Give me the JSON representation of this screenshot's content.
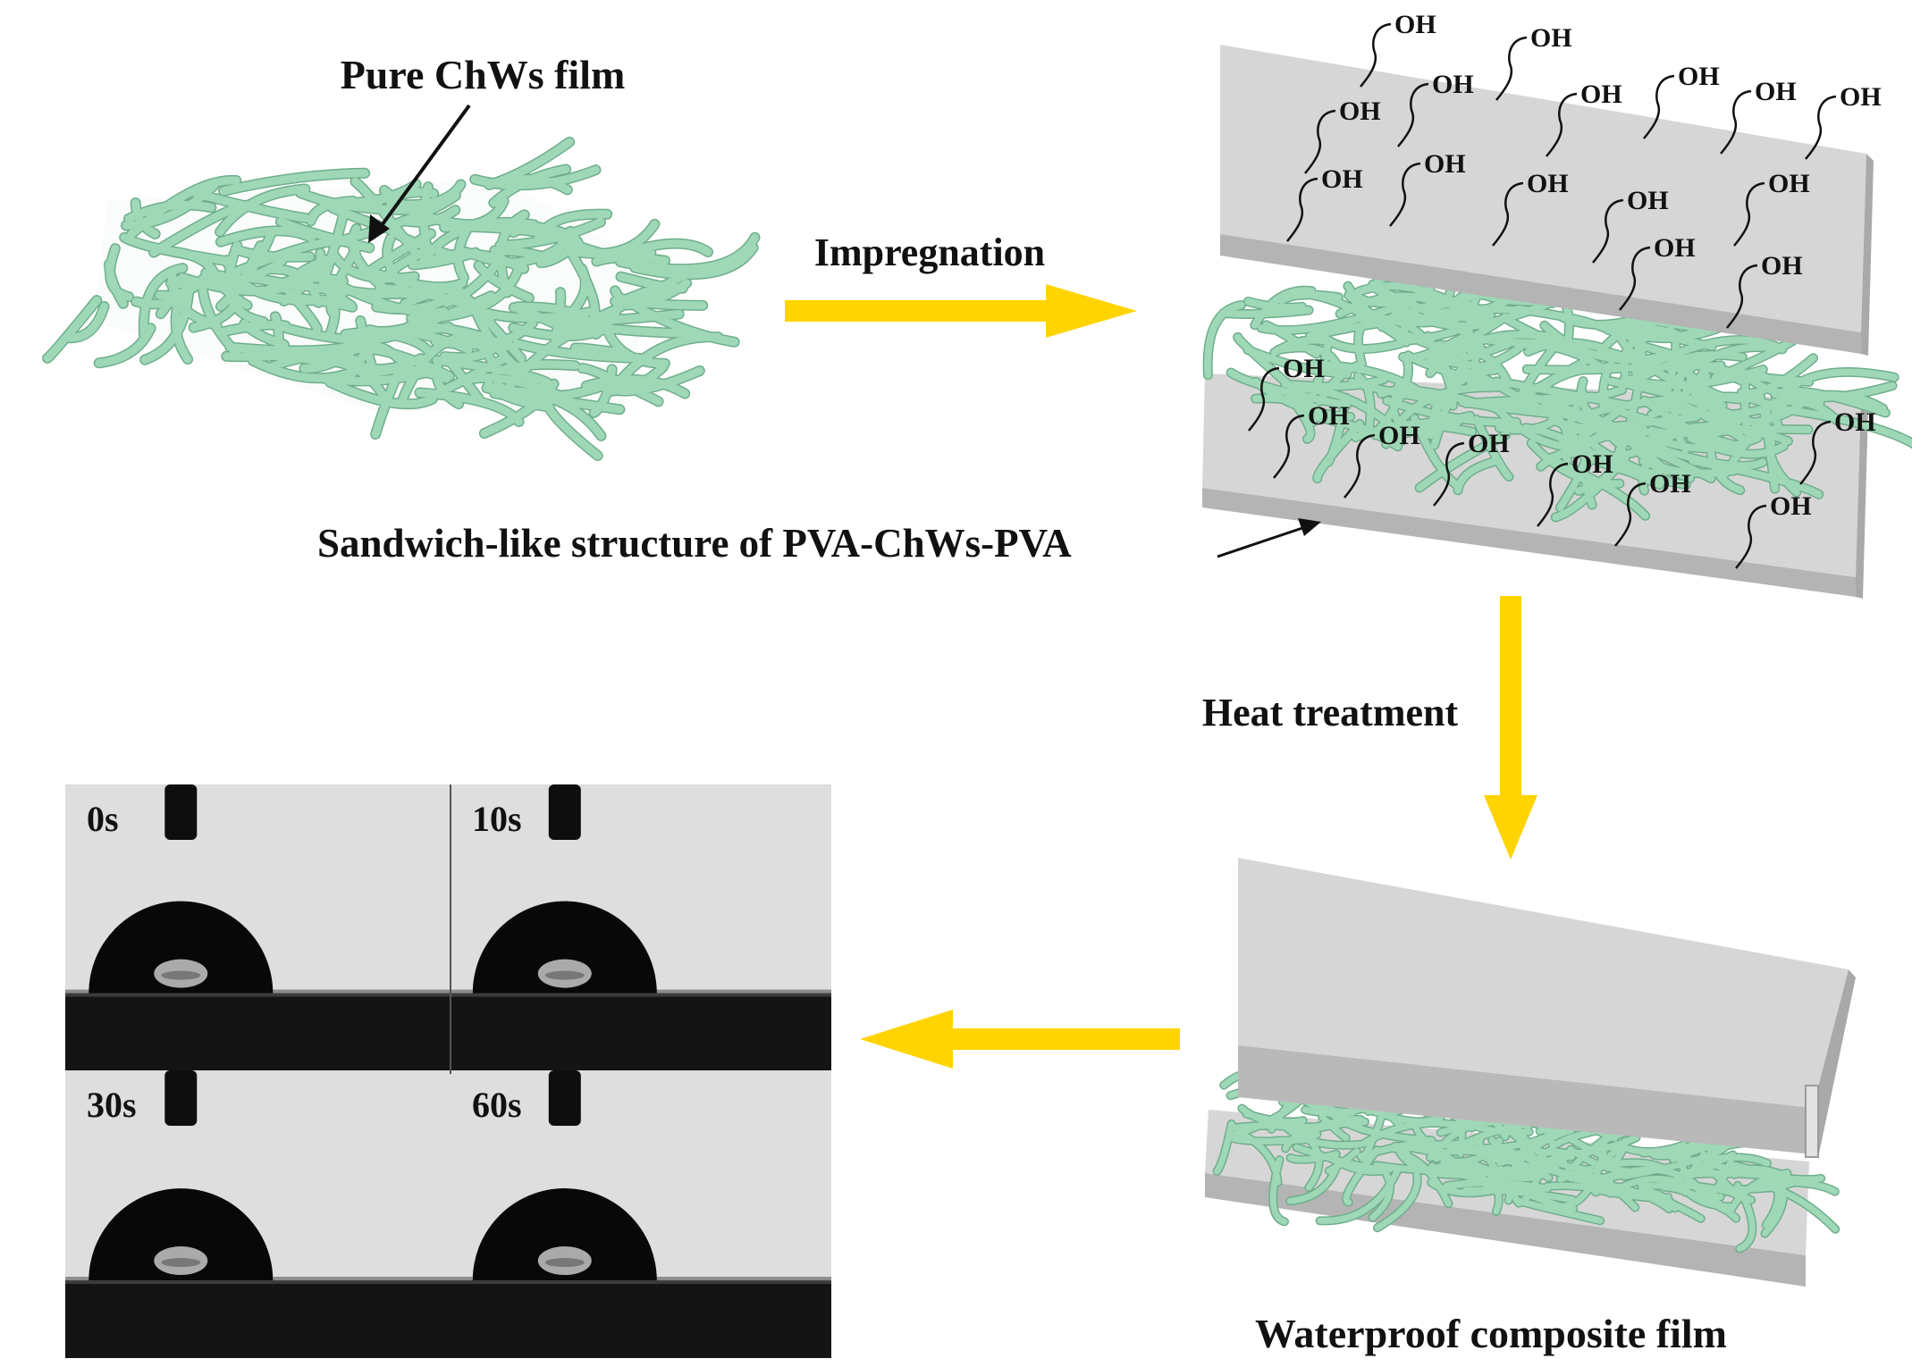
{
  "labels": {
    "pure_film": "Pure ChWs film",
    "impregnation": "Impregnation",
    "sandwich": "Sandwich-like structure of PVA-ChWs-PVA",
    "heat_treatment": "Heat  treatment",
    "waterproof": "Waterproof composite film"
  },
  "hydroxyl": "OH",
  "frames": [
    "0s",
    "10s",
    "30s",
    "60s"
  ],
  "colors": {
    "fiber": "#9fd8b6",
    "fiber_edge": "#6fae8c",
    "arrow": "#ffd400",
    "film": "#d6d6d6",
    "film_side": "#b4b4b4"
  }
}
